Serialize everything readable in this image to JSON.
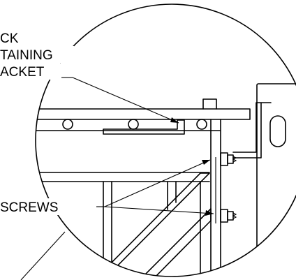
{
  "labels": {
    "bracket_line1": "CK",
    "bracket_line2": "TAINING",
    "bracket_line3": "ACKET",
    "screws": "SCREWS"
  }
}
